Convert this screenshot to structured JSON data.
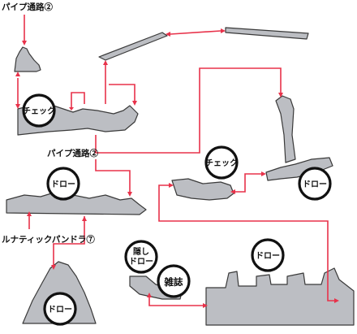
{
  "labels": {
    "pipe_passage_top": "パイプ通路②",
    "pipe_passage_mid": "パイプ通路②",
    "lunatic_pandora": "ルナティックパンドラ⑦"
  },
  "badges": {
    "check_top": "チェック",
    "draw_mid": "ドロー",
    "check_right": "チェック",
    "draw_right": "ドロー",
    "hidden_draw": "隠しドロー",
    "hidden_draw_line1": "隠し",
    "hidden_draw_line2": "ドロー",
    "draw_bottom_right": "ドロー",
    "magazine": "雑誌",
    "draw_bottom_left": "ドロー"
  },
  "colors": {
    "route": "#e8324a",
    "platform_fill": "#bcbec3",
    "platform_stroke": "#3a3a3a"
  }
}
